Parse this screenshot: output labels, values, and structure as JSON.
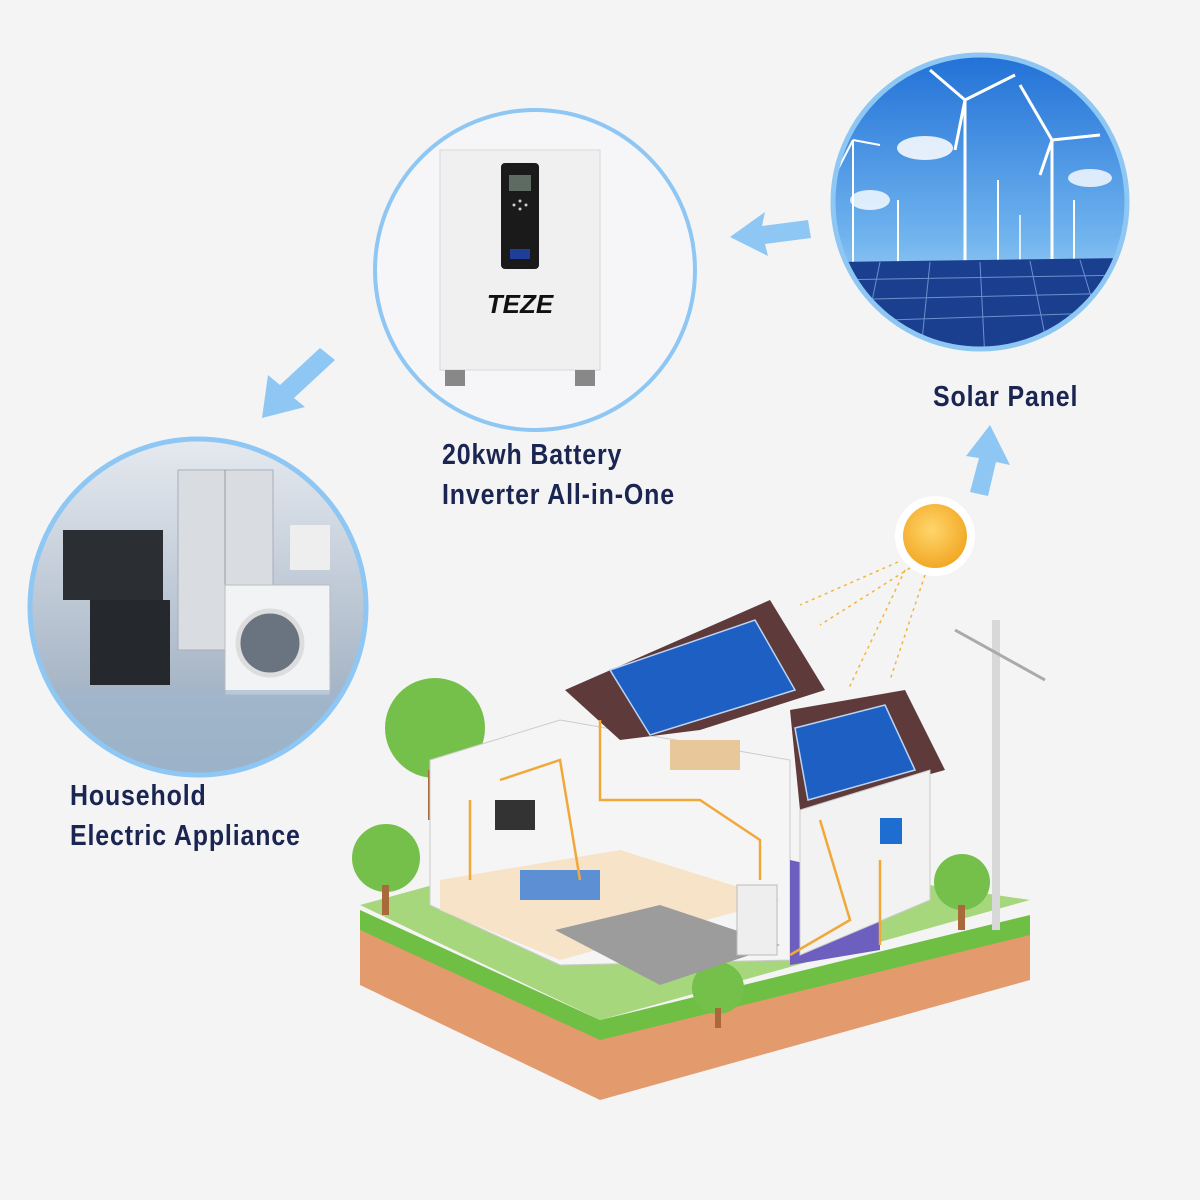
{
  "labels": {
    "solar": "Solar Panel",
    "battery_line1": "20kwh Battery",
    "battery_line2": "Inverter All-in-One",
    "appliance_line1": "Household",
    "appliance_line2": "Electric Appliance"
  },
  "brand": {
    "logo_text": "TEZE"
  },
  "colors": {
    "text": "#1b2552",
    "ring": "#8ec7f3",
    "arrow": "#8ec7f3",
    "background": "#f4f4f5"
  }
}
